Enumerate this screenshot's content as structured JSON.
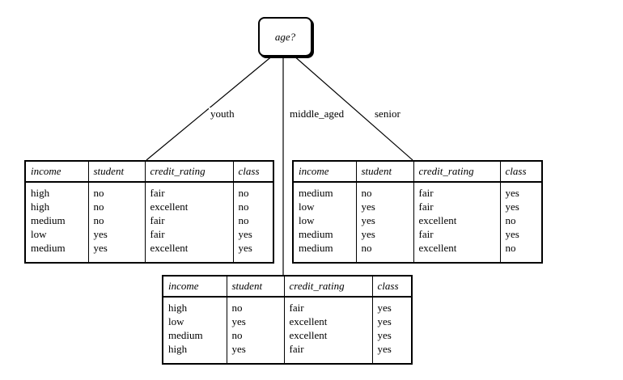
{
  "root": {
    "label": "age?"
  },
  "branches": [
    {
      "label": "youth"
    },
    {
      "label": "middle_aged"
    },
    {
      "label": "senior"
    }
  ],
  "columns": [
    "income",
    "student",
    "credit_rating",
    "class"
  ],
  "partitions": [
    {
      "branch": "youth",
      "rows": [
        [
          "high",
          "no",
          "fair",
          "no"
        ],
        [
          "high",
          "no",
          "excellent",
          "no"
        ],
        [
          "medium",
          "no",
          "fair",
          "no"
        ],
        [
          "low",
          "yes",
          "fair",
          "yes"
        ],
        [
          "medium",
          "yes",
          "excellent",
          "yes"
        ]
      ]
    },
    {
      "branch": "middle_aged",
      "rows": [
        [
          "high",
          "no",
          "fair",
          "yes"
        ],
        [
          "low",
          "yes",
          "excellent",
          "yes"
        ],
        [
          "medium",
          "no",
          "excellent",
          "yes"
        ],
        [
          "high",
          "yes",
          "fair",
          "yes"
        ]
      ]
    },
    {
      "branch": "senior",
      "rows": [
        [
          "medium",
          "no",
          "fair",
          "yes"
        ],
        [
          "low",
          "yes",
          "fair",
          "yes"
        ],
        [
          "low",
          "yes",
          "excellent",
          "no"
        ],
        [
          "medium",
          "yes",
          "fair",
          "yes"
        ],
        [
          "medium",
          "no",
          "excellent",
          "no"
        ]
      ]
    }
  ]
}
